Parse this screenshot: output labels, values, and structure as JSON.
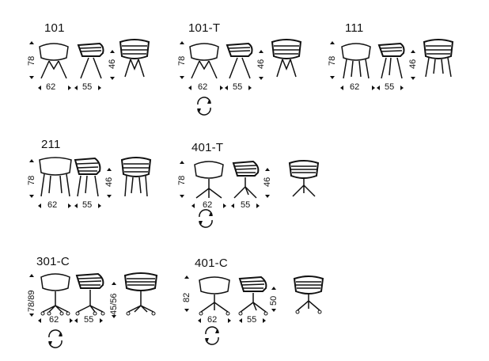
{
  "models": [
    {
      "id": "101",
      "label": "101",
      "height": "78",
      "seat_height": "46",
      "width": "62",
      "depth": "55",
      "swivel": false,
      "base": "sled"
    },
    {
      "id": "101-T",
      "label": "101-T",
      "height": "78",
      "seat_height": "46",
      "width": "62",
      "depth": "55",
      "swivel": true,
      "base": "sled"
    },
    {
      "id": "111",
      "label": "111",
      "height": "78",
      "seat_height": "46",
      "width": "62",
      "depth": "55",
      "swivel": false,
      "base": "four-leg"
    },
    {
      "id": "211",
      "label": "211",
      "height": "78",
      "seat_height": "46",
      "width": "62",
      "depth": "55",
      "swivel": false,
      "base": "four-leg-wide"
    },
    {
      "id": "401-T",
      "label": "401-T",
      "height": "78",
      "seat_height": "46",
      "width": "62",
      "depth": "55",
      "swivel": true,
      "base": "star"
    },
    {
      "id": "301-C",
      "label": "301-C",
      "height": "78/89",
      "seat_height": "45/56",
      "width": "62",
      "depth": "55",
      "swivel": true,
      "base": "casters"
    },
    {
      "id": "401-C",
      "label": "401-C",
      "height": "82",
      "seat_height": "50",
      "width": "62",
      "depth": "55",
      "swivel": true,
      "base": "star-casters"
    }
  ],
  "icons": {
    "rotation": "rotation-arrows-icon"
  }
}
